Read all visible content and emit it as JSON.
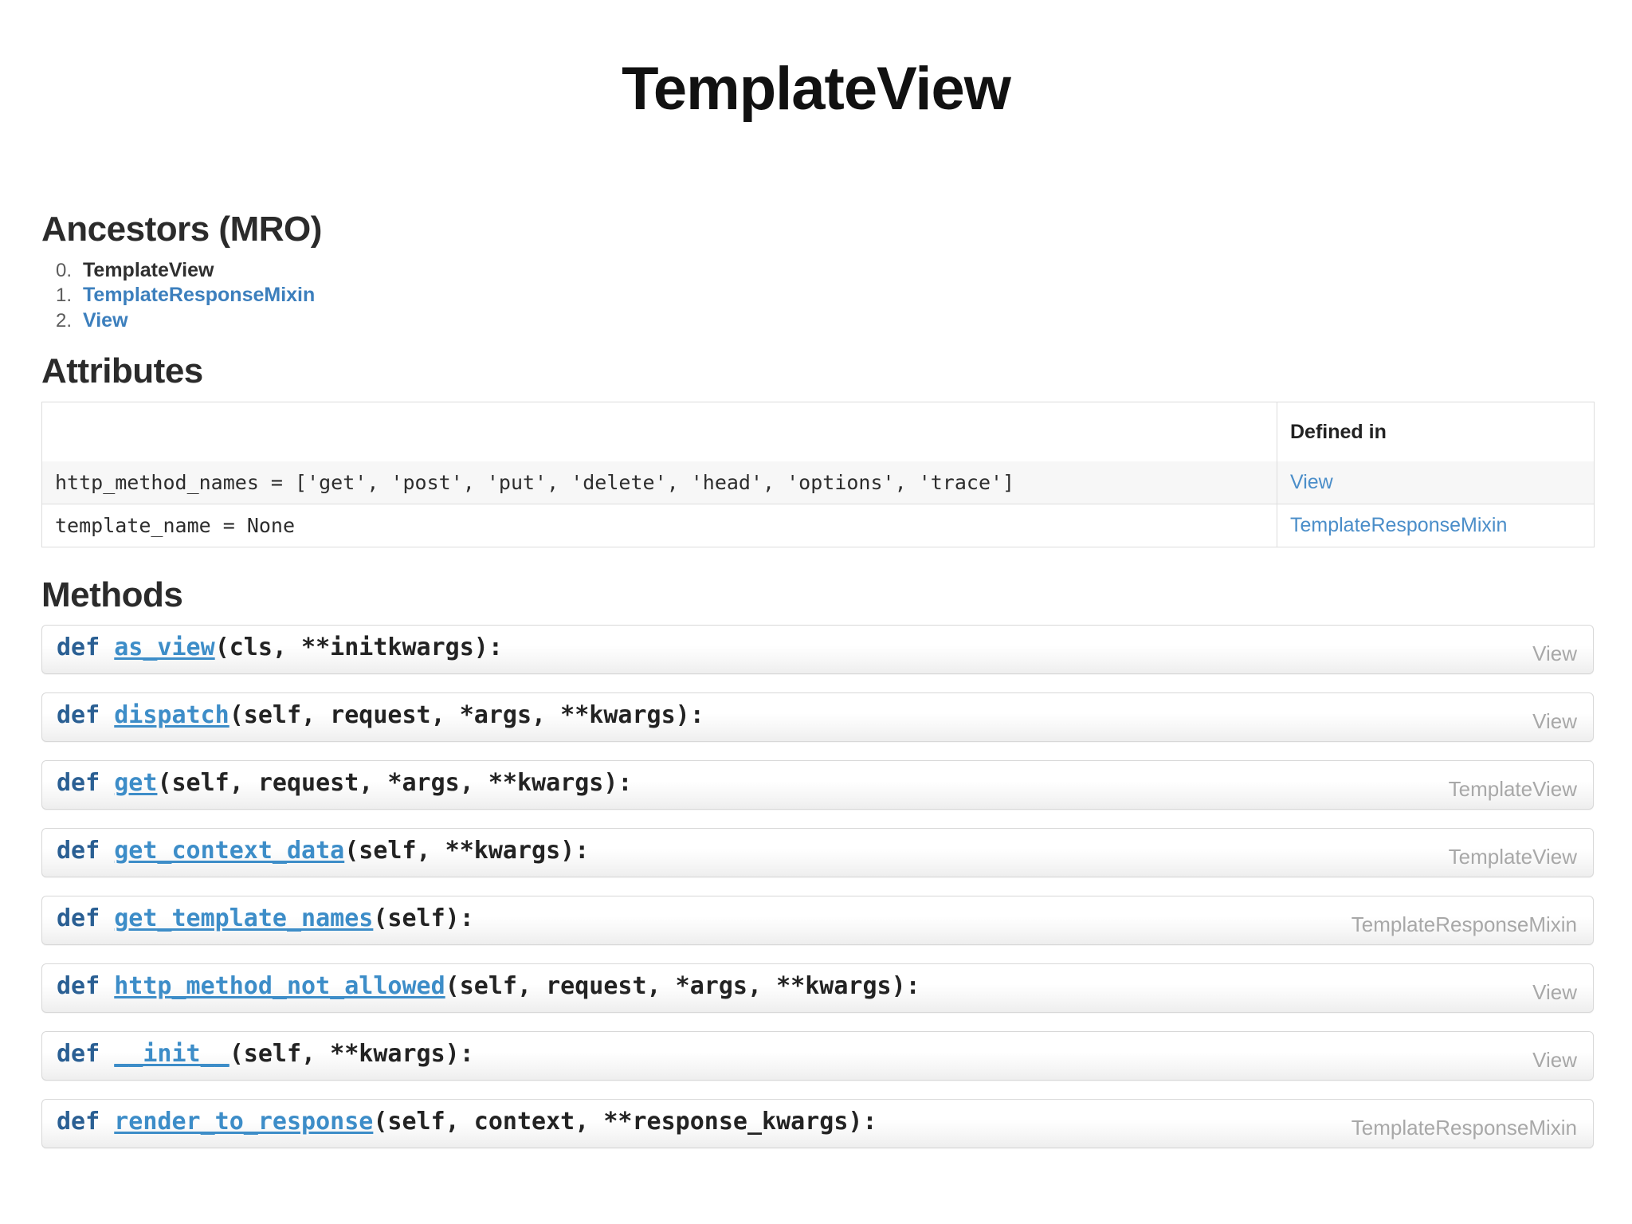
{
  "page": {
    "title": "TemplateView"
  },
  "ancestors": {
    "heading": "Ancestors (MRO)",
    "items": [
      {
        "index": "0.",
        "name": "TemplateView",
        "is_link": false
      },
      {
        "index": "1.",
        "name": "TemplateResponseMixin",
        "is_link": true
      },
      {
        "index": "2.",
        "name": "View",
        "is_link": true
      }
    ]
  },
  "attributes": {
    "heading": "Attributes",
    "columns": [
      "",
      "Defined in"
    ],
    "rows": [
      {
        "expression": "http_method_names = ['get', 'post', 'put', 'delete', 'head', 'options', 'trace']",
        "defined_in": "View"
      },
      {
        "expression": "template_name = None",
        "defined_in": "TemplateResponseMixin"
      }
    ]
  },
  "methods": {
    "heading": "Methods",
    "keyword": "def",
    "rows": [
      {
        "name": "as_view",
        "args": "(cls, **initkwargs):",
        "defined_in": "View"
      },
      {
        "name": "dispatch",
        "args": "(self, request, *args, **kwargs):",
        "defined_in": "View"
      },
      {
        "name": "get",
        "args": "(self, request, *args, **kwargs):",
        "defined_in": "TemplateView"
      },
      {
        "name": "get_context_data",
        "args": "(self, **kwargs):",
        "defined_in": "TemplateView"
      },
      {
        "name": "get_template_names",
        "args": "(self):",
        "defined_in": "TemplateResponseMixin"
      },
      {
        "name": "http_method_not_allowed",
        "args": "(self, request, *args, **kwargs):",
        "defined_in": "View"
      },
      {
        "name": "__init__",
        "args": "(self, **kwargs):",
        "defined_in": "View"
      },
      {
        "name": "render_to_response",
        "args": "(self, context, **response_kwargs):",
        "defined_in": "TemplateResponseMixin"
      }
    ]
  },
  "colors": {
    "link": "#3c7fbd",
    "keyword": "#2a5f93",
    "method_name": "#3d8dc8",
    "muted": "#a8a8a8",
    "stripe": "#f7f7f7",
    "border": "#dddddd"
  }
}
